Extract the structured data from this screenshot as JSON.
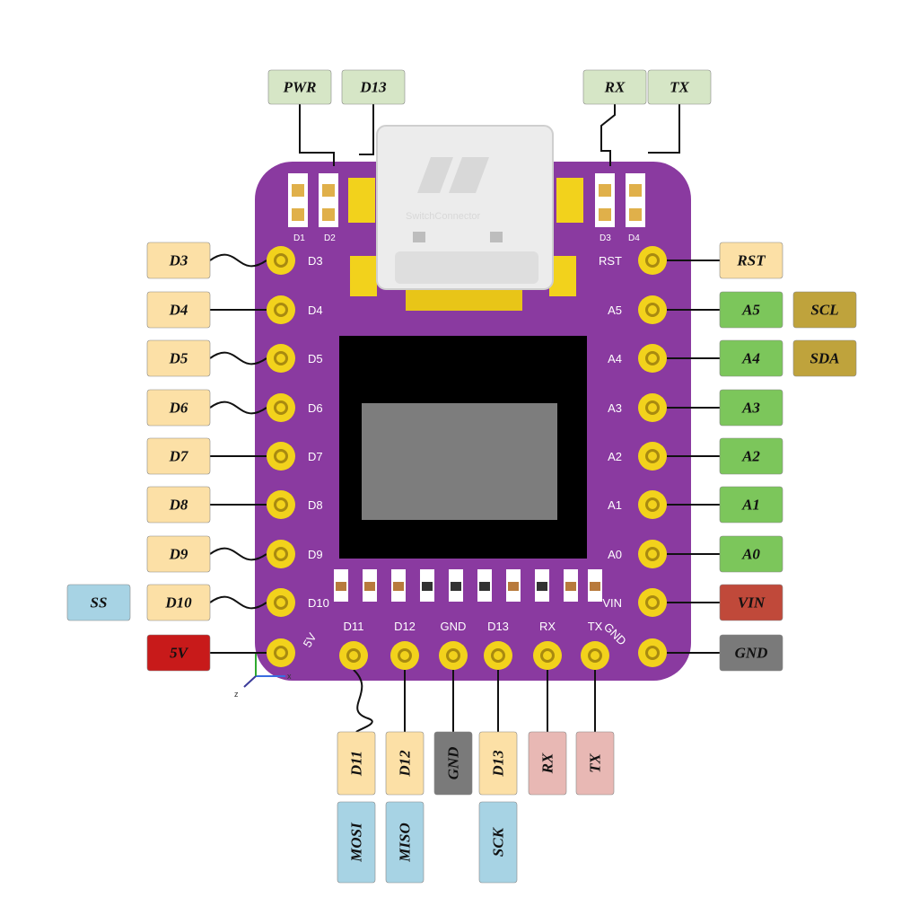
{
  "board": {
    "connector_logo_text": "SwitchConnector",
    "leds": [
      "D1",
      "D2",
      "D3",
      "D4"
    ],
    "left_pins": [
      "D3",
      "D4",
      "D5",
      "D6",
      "D7",
      "D8",
      "D9",
      "D10",
      "5V"
    ],
    "right_pins": [
      "RST",
      "A5",
      "A4",
      "A3",
      "A2",
      "A1",
      "A0",
      "VIN",
      "GND"
    ],
    "bottom_pins": [
      "D11",
      "D12",
      "GND",
      "D13",
      "RX",
      "TX"
    ],
    "axis": {
      "x": "x",
      "z": "z"
    }
  },
  "top_labels": [
    {
      "text": "PWR",
      "color": "#d6e6c6"
    },
    {
      "text": "D13",
      "color": "#d6e6c6"
    },
    {
      "text": "RX",
      "color": "#d6e6c6"
    },
    {
      "text": "TX",
      "color": "#d6e6c6"
    }
  ],
  "left_labels": [
    {
      "text": "D3",
      "color": "#fce0a6"
    },
    {
      "text": "D4",
      "color": "#fce0a6"
    },
    {
      "text": "D5",
      "color": "#fce0a6"
    },
    {
      "text": "D6",
      "color": "#fce0a6"
    },
    {
      "text": "D7",
      "color": "#fce0a6"
    },
    {
      "text": "D8",
      "color": "#fce0a6"
    },
    {
      "text": "D9",
      "color": "#fce0a6"
    },
    {
      "text": "D10",
      "color": "#fce0a6"
    },
    {
      "text": "5V",
      "color": "#c81a1a"
    }
  ],
  "ss_label": {
    "text": "SS",
    "color": "#a7d3e4"
  },
  "right_labels": [
    {
      "text": "RST",
      "color": "#fce0a6"
    },
    {
      "text": "A5",
      "color": "#7cc65b"
    },
    {
      "text": "A4",
      "color": "#7cc65b"
    },
    {
      "text": "A3",
      "color": "#7cc65b"
    },
    {
      "text": "A2",
      "color": "#7cc65b"
    },
    {
      "text": "A1",
      "color": "#7cc65b"
    },
    {
      "text": "A0",
      "color": "#7cc65b"
    },
    {
      "text": "VIN",
      "color": "#c0493a"
    },
    {
      "text": "GND",
      "color": "#7a7a7a"
    }
  ],
  "i2c_labels": [
    {
      "text": "SCL",
      "color": "#bfa33c"
    },
    {
      "text": "SDA",
      "color": "#bfa33c"
    }
  ],
  "bottom_labels": [
    {
      "text": "D11",
      "color": "#fce0a6"
    },
    {
      "text": "D12",
      "color": "#fce0a6"
    },
    {
      "text": "GND",
      "color": "#7a7a7a"
    },
    {
      "text": "D13",
      "color": "#fce0a6"
    },
    {
      "text": "RX",
      "color": "#e8b8b4"
    },
    {
      "text": "TX",
      "color": "#e8b8b4"
    }
  ],
  "spi_labels": [
    {
      "text": "MOSI",
      "color": "#a7d3e4"
    },
    {
      "text": "MISO",
      "color": "#a7d3e4"
    },
    {
      "text": "SCK",
      "color": "#a7d3e4"
    }
  ],
  "colors": {
    "pcb": "#8a3aa0",
    "pad": "#f2d21c",
    "chip": "#000000",
    "screen": "#7d7d7d"
  }
}
